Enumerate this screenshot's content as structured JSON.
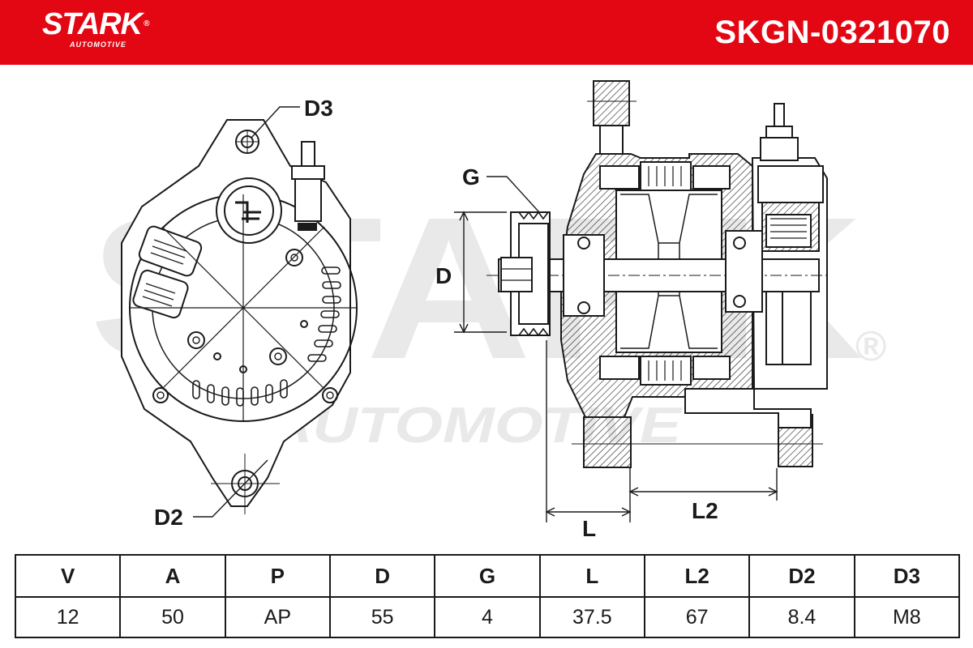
{
  "header": {
    "brand": "STARK",
    "brand_reg": "®",
    "brand_sub": "AUTOMOTIVE",
    "part_code": "SKGN-0321070"
  },
  "watermark": {
    "main": "STARK",
    "sub": "AUTOMOTIVE",
    "reg": "®"
  },
  "labels": {
    "d3": "D3",
    "d2": "D2",
    "g": "G",
    "d": "D",
    "l": "L",
    "l2": "L2"
  },
  "spec_table": {
    "headers": [
      "V",
      "A",
      "P",
      "D",
      "G",
      "L",
      "L2",
      "D2",
      "D3"
    ],
    "values": [
      "12",
      "50",
      "AP",
      "55",
      "4",
      "37.5",
      "67",
      "8.4",
      "M8"
    ]
  },
  "colors": {
    "brand_red": "#e30613",
    "line": "#1a1a1a",
    "watermark": "#e9e9e9"
  }
}
